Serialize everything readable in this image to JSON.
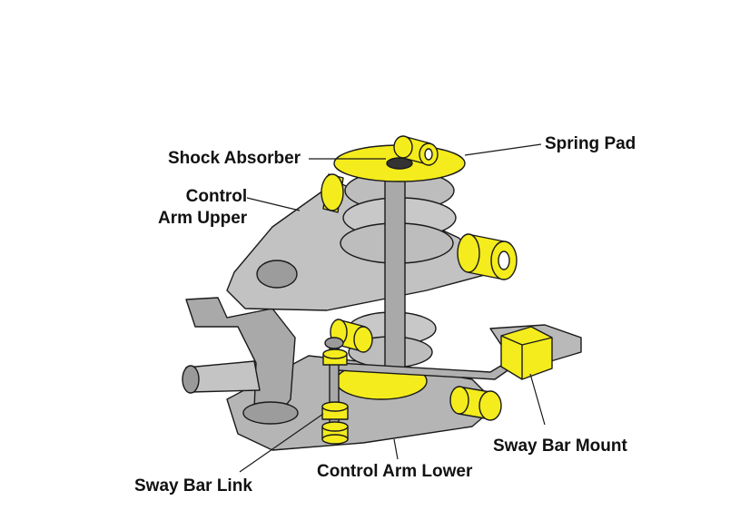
{
  "labels": {
    "shock_absorber": "Shock Absorber",
    "spring_pad": "Spring Pad",
    "control_arm_upper_line1": "Control",
    "control_arm_upper_line2": "Arm Upper",
    "sway_bar_mount": "Sway Bar Mount",
    "sway_bar_link": "Sway Bar Link",
    "control_arm_lower": "Control Arm Lower"
  },
  "colors": {
    "bushing_yellow": "#f4ec1c",
    "metal_grey": "#b9b9b9",
    "metal_dark": "#8a8a8a",
    "outline": "#1a1a1a",
    "background": "#ffffff"
  }
}
